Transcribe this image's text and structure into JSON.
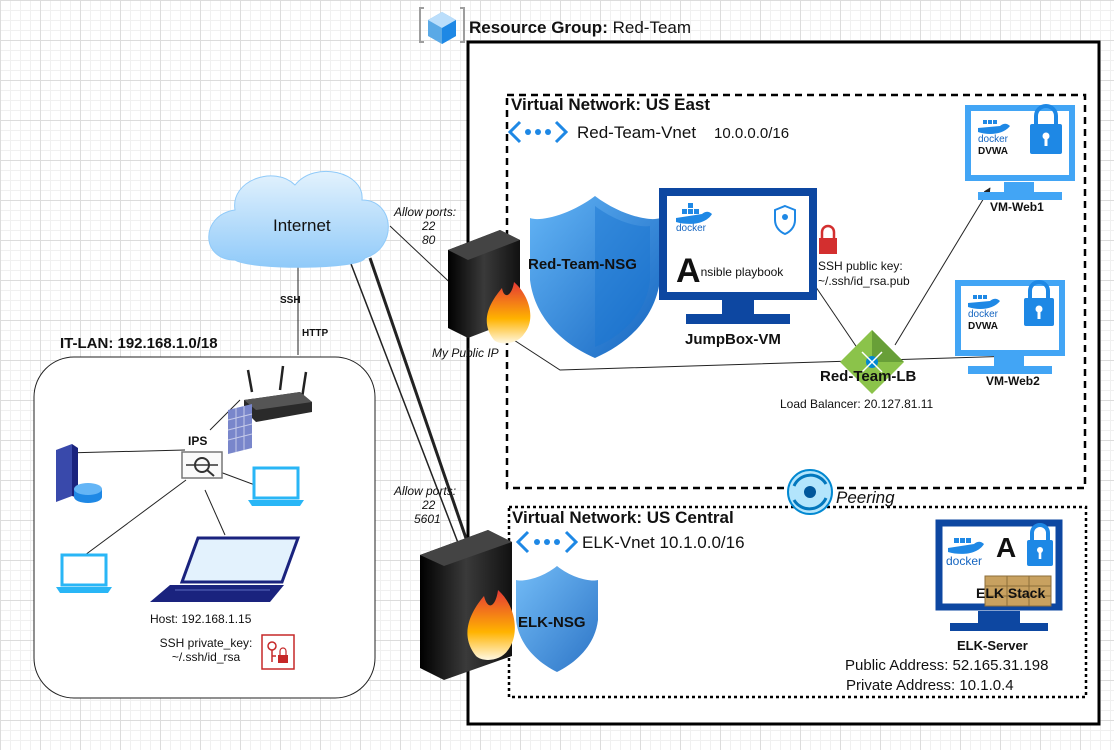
{
  "resource_group": {
    "label": "Resource Group",
    "name": "Red-Team"
  },
  "vnet_east": {
    "title": "Virtual Network: US East",
    "name": "Red-Team-Vnet",
    "cidr": "10.0.0.0/16"
  },
  "vnet_central": {
    "title": "Virtual Network: US Central",
    "name": "ELK-Vnet 10.1.0.0/16"
  },
  "internet": {
    "label": "Internet"
  },
  "it_lan": {
    "title": "IT-LAN: 192.168.1.0/18",
    "ips_label": "IPS",
    "host": "Host: 192.168.1.15",
    "ssh_key_line1": "SSH private_key:",
    "ssh_key_line2": "~/.ssh/id_rsa"
  },
  "links": {
    "ssh": "SSH",
    "http": "HTTP",
    "my_public_ip": "My Public IP"
  },
  "firewall_top": {
    "allow": "Allow ports:",
    "port1": "22",
    "port2": "80"
  },
  "firewall_bottom": {
    "allow": "Allow ports:",
    "port1": "22",
    "port2": "5601"
  },
  "red_nsg": {
    "label": "Red-Team-NSG"
  },
  "elk_nsg": {
    "label": "ELK-NSG"
  },
  "jumpbox": {
    "name": "JumpBox-VM",
    "docker": "docker",
    "ansible_letter": "A",
    "ansible_rest": "nsible playbook"
  },
  "ssh_public": {
    "line1": "SSH public key:",
    "line2": "~/.ssh/id_rsa.pub"
  },
  "web1": {
    "name": "VM-Web1",
    "docker": "docker",
    "app": "DVWA"
  },
  "web2": {
    "name": "VM-Web2",
    "docker": "docker",
    "app": "DVWA"
  },
  "lb": {
    "name": "Red-Team-LB",
    "desc": "Load Balancer: 20.127.81.11"
  },
  "peering": {
    "label": "Peering"
  },
  "elk_server": {
    "name": "ELK-Server",
    "docker": "docker",
    "ansible_letter": "A",
    "stack": "ELK Stack",
    "public": "Public  Address: 52.165.31.198",
    "private": "Private Address: 10.1.0.4"
  },
  "colors": {
    "azure_blue": "#1e88e5",
    "monitor_blue": "#1565c0",
    "firewall_dark": "#1a1a1a",
    "key_red": "#d32f2f"
  },
  "icons": [
    "resource-group-icon",
    "vnet-icon",
    "cloud-icon",
    "router-icon",
    "firewall-icon",
    "server-icon",
    "laptop-icon",
    "monitor-icon",
    "docker-icon",
    "lock-icon",
    "shield-icon",
    "load-balancer-icon",
    "peering-icon",
    "key-icon"
  ]
}
